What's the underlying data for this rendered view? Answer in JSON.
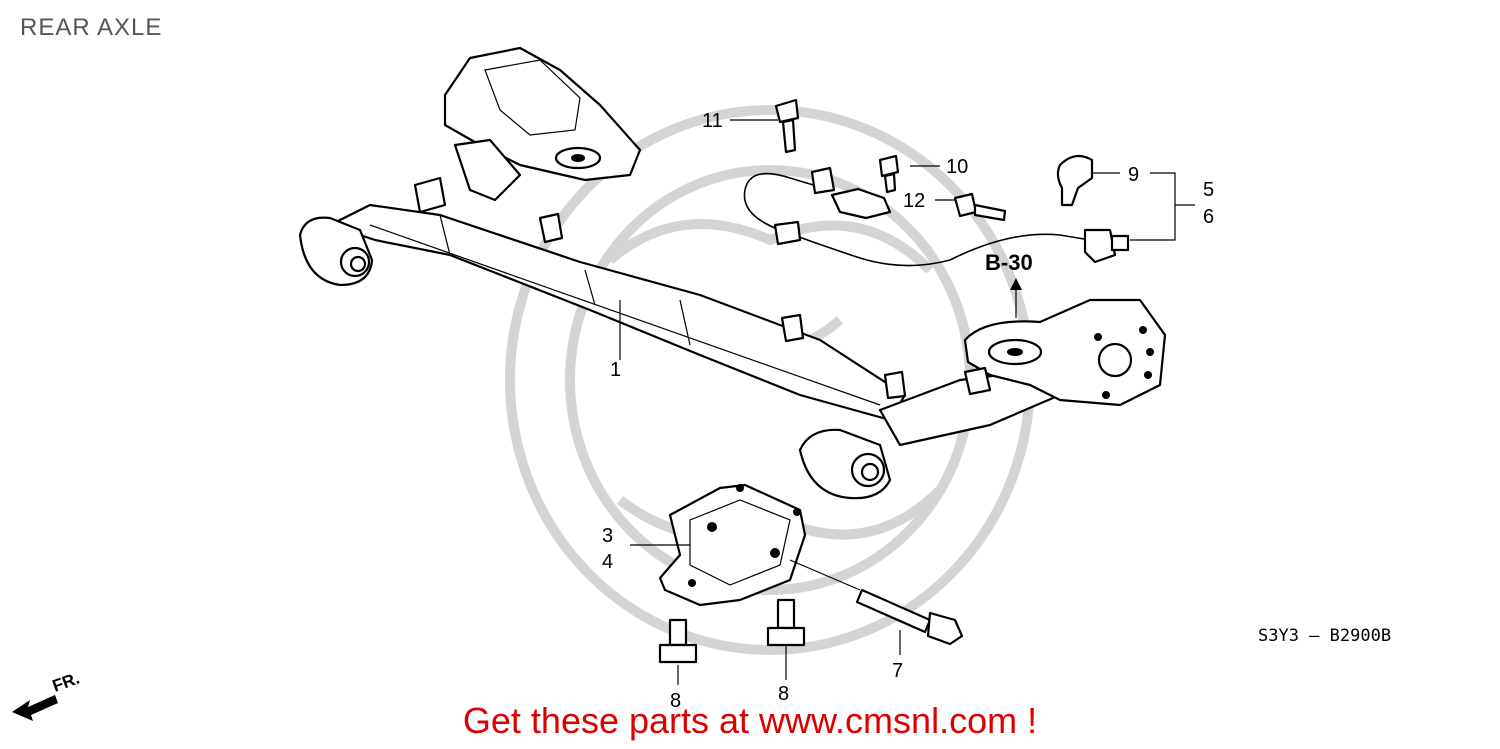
{
  "title": "REAR AXLE",
  "callouts": [
    "1",
    "3",
    "4",
    "5",
    "6",
    "7",
    "8",
    "8",
    "9",
    "10",
    "11",
    "12"
  ],
  "reference": "B-30",
  "diagram_code": "S3Y3 — B2900B",
  "direction_label": "FR.",
  "promo_text": "Get these parts at www.cmsnl.com !",
  "icons": [
    "forward-arrow-icon",
    "watermark-logo"
  ]
}
